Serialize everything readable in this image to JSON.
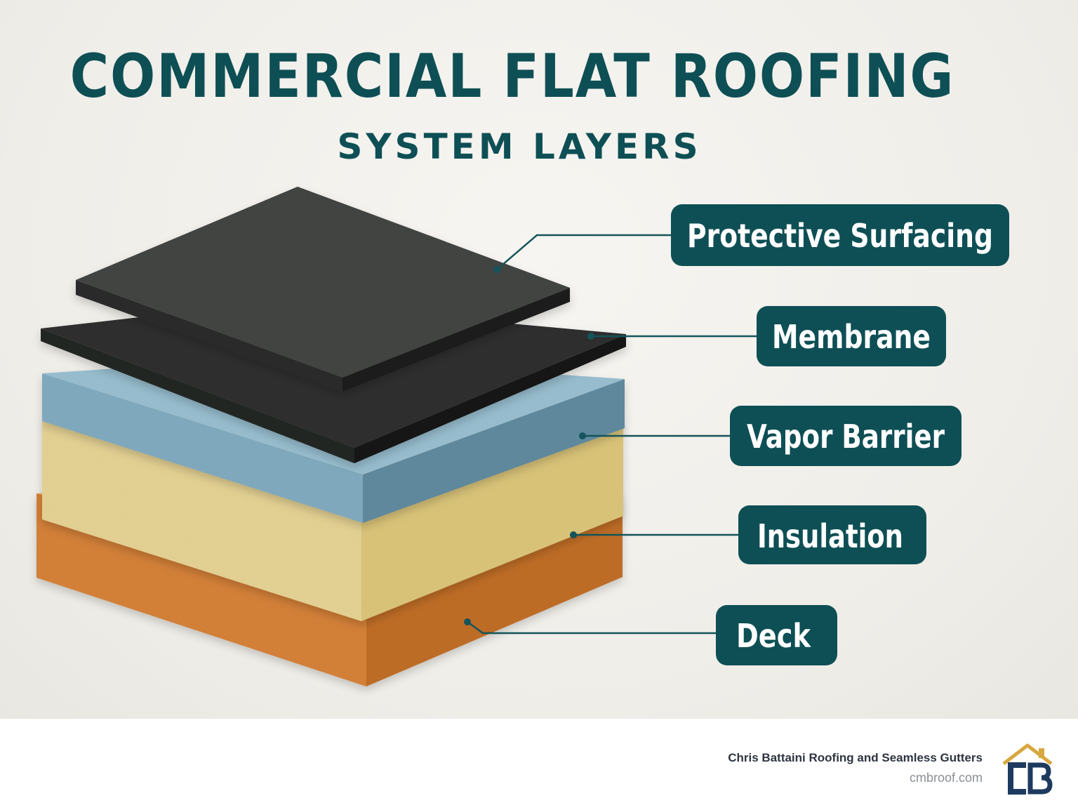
{
  "title": "COMMERCIAL FLAT ROOFING",
  "subtitle": "SYSTEM LAYERS",
  "layers": [
    {
      "label": "Protective Surfacing",
      "color": "#3f403e"
    },
    {
      "label": "Membrane",
      "color": "#232523"
    },
    {
      "label": "Vapor Barrier",
      "color": "#7ea7bb"
    },
    {
      "label": "Insulation",
      "color": "#e6d597"
    },
    {
      "label": "Deck",
      "color": "#dd8b3d"
    }
  ],
  "label_color": "#0e4f55",
  "footer": {
    "company": "Chris Battaini Roofing and Seamless Gutters",
    "website": "cmbroof.com",
    "logo_icon": "house-cb-logo-icon"
  }
}
